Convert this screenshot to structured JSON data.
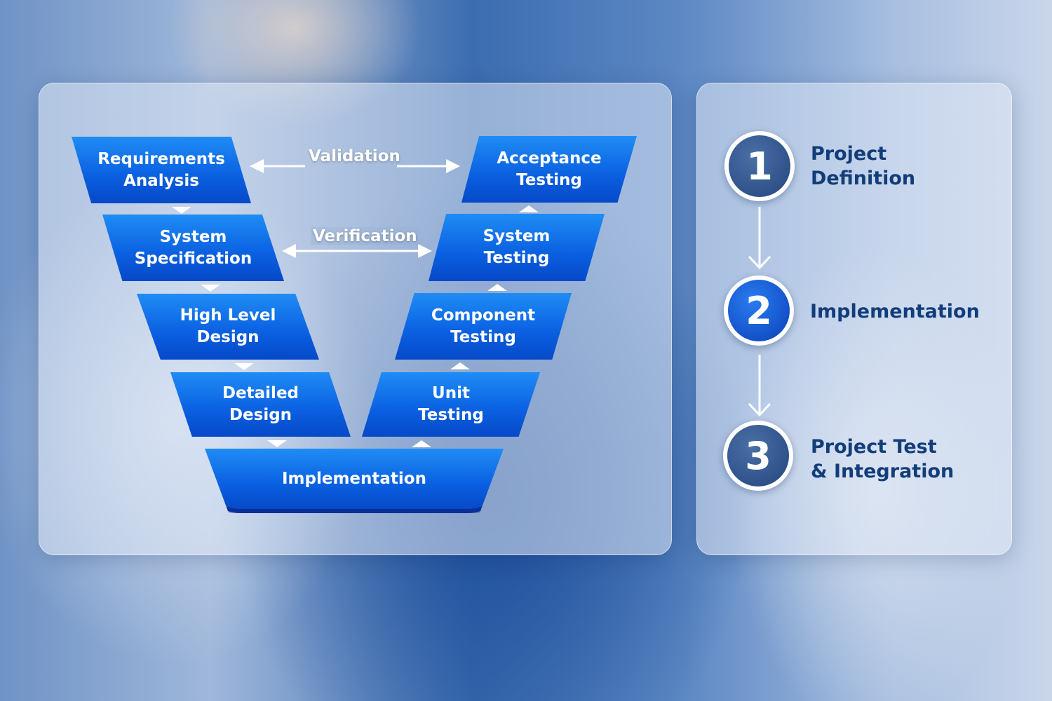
{
  "v_model": {
    "left": [
      {
        "line1": "Requirements",
        "line2": "Analysis"
      },
      {
        "line1": "System",
        "line2": "Specification"
      },
      {
        "line1": "High Level",
        "line2": "Design"
      },
      {
        "line1": "Detailed",
        "line2": "Design"
      }
    ],
    "right": [
      {
        "line1": "Acceptance",
        "line2": "Testing"
      },
      {
        "line1": "System",
        "line2": "Testing"
      },
      {
        "line1": "Component",
        "line2": "Testing"
      },
      {
        "line1": "Unit",
        "line2": "Testing"
      }
    ],
    "bottom": "Implementation",
    "validation": "Validation",
    "verification": "Verification"
  },
  "steps": [
    {
      "number": "1",
      "line1": "Project",
      "line2": "Definition"
    },
    {
      "number": "2",
      "line1": "Implementation",
      "line2": ""
    },
    {
      "number": "3",
      "line1": "Project Test",
      "line2": "& Integration"
    }
  ],
  "colors": {
    "box": "#0a5fe0",
    "step_text": "#123d7a",
    "circle_dark": "#2f4f82",
    "circle_active": "#0a4fd0"
  }
}
